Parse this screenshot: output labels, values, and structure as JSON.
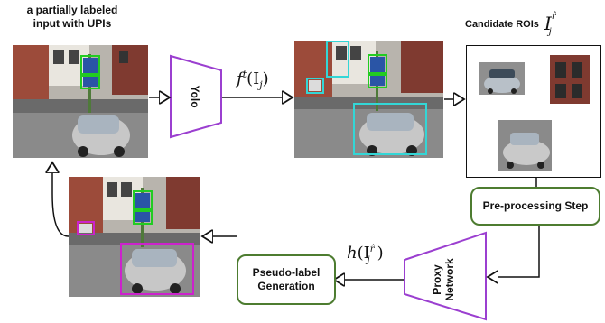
{
  "input_caption_line1": "a partially labeled",
  "input_caption_line2": "input with UPIs",
  "yolo_label": "Yolo",
  "yolo_output_fn": "f",
  "yolo_output_sup": "t",
  "yolo_output_arg": "(I",
  "yolo_output_sub": "j",
  "candidate_label": "Candidate ROIs",
  "candidate_symbol": "I",
  "candidate_symbol_sup": "r̂",
  "candidate_symbol_sub": "j",
  "preprocessing_label": "Pre-processing Step",
  "proxy_label_line1": "Proxy",
  "proxy_label_line2": "Network",
  "proxy_output_fn": "h",
  "proxy_output_arg": "(I",
  "proxy_output_sup": "r̂",
  "proxy_output_sub": "j",
  "pseudo_label_line1": "Pseudo-label",
  "pseudo_label_line2": "Generation",
  "colors": {
    "green_box": "#22cc22",
    "cyan_box": "#33d6d6",
    "magenta_box": "#cc22cc",
    "trapezoid_stroke": "#9b3fd0",
    "rounded_border": "#4d7c30"
  }
}
